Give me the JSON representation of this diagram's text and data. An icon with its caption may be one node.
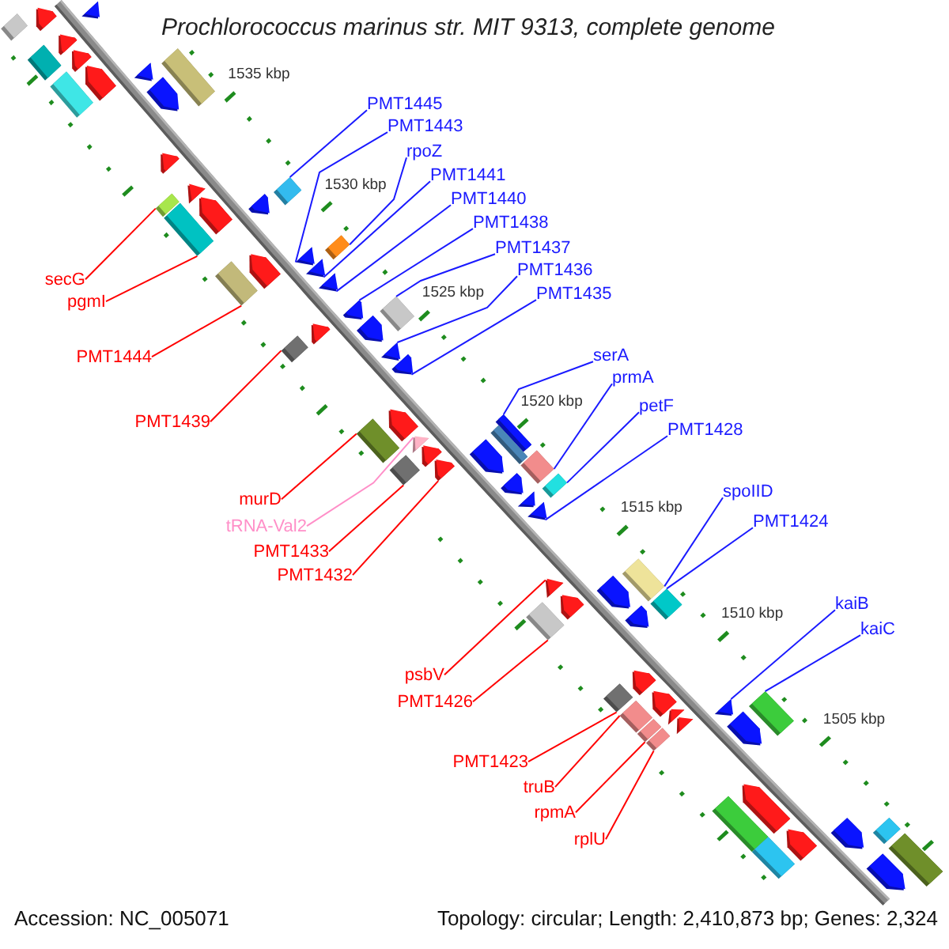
{
  "diagram": {
    "title": "Prochlorococcus marinus str. MIT 9313, complete genome",
    "nodes": [
      {
        "text": [
          "PMT1445"
        ]
      },
      {
        "text": [
          "PMT1443"
        ]
      },
      {
        "text": [
          "rpoZ"
        ]
      },
      {
        "text": [
          "PMT1441"
        ]
      },
      {
        "text": [
          "PMT1440"
        ]
      },
      {
        "text": [
          "PMT1438"
        ]
      },
      {
        "text": [
          "PMT1437"
        ]
      },
      {
        "text": [
          "PMT1436"
        ]
      },
      {
        "text": [
          "secG"
        ]
      },
      {
        "text": [
          "PMT1435"
        ]
      },
      {
        "text": [
          "pgmI"
        ]
      },
      {
        "text": [
          "serA"
        ]
      },
      {
        "text": [
          "PMT1444"
        ]
      },
      {
        "text": [
          "prmA"
        ]
      },
      {
        "text": [
          "petF"
        ]
      },
      {
        "text": [
          "PMT1439"
        ]
      },
      {
        "text": [
          "PMT1428"
        ]
      },
      {
        "text": [
          "spoIID"
        ]
      },
      {
        "text": [
          "murD"
        ]
      },
      {
        "text": [
          "PMT1424"
        ]
      },
      {
        "text": [
          "tRNA-Val2"
        ]
      },
      {
        "text": [
          "PMT1433"
        ]
      },
      {
        "text": [
          "PMT1432"
        ]
      },
      {
        "text": [
          "kaiB"
        ]
      },
      {
        "text": [
          "kaiC"
        ]
      },
      {
        "text": [
          "psbV"
        ]
      },
      {
        "text": [
          "PMT1426"
        ]
      },
      {
        "text": [
          "PMT1423"
        ]
      },
      {
        "text": [
          "truB"
        ]
      },
      {
        "text": [
          "rpmA"
        ]
      },
      {
        "text": [
          "rplU"
        ]
      },
      {
        "text": [],
        "shape": "triangle"
      },
      {
        "text": [],
        "shape": "pentagon"
      },
      {
        "text": [],
        "shape": "bar"
      },
      {
        "text": [],
        "shape": "pentagon"
      },
      {
        "text": [],
        "shape": "pentagon"
      },
      {
        "text": [],
        "shape": "bar"
      },
      {
        "text": [],
        "shape": "triangle"
      },
      {
        "text": [],
        "shape": "bar"
      },
      {
        "text": [],
        "shape": "pentagon"
      },
      {
        "text": [],
        "shape": "bar"
      },
      {
        "text": [],
        "shape": "pentagon"
      },
      {
        "text": [],
        "shape": "pentagon"
      },
      {
        "text": [],
        "shape": "triangle"
      },
      {
        "text": [],
        "shape": "bar"
      },
      {
        "text": [],
        "shape": "bar"
      },
      {
        "text": [],
        "shape": "pentagon"
      },
      {
        "text": [],
        "shape": "pentagon"
      },
      {
        "text": [],
        "shape": "bar"
      },
      {
        "text": [],
        "shape": "bar"
      },
      {
        "text": [],
        "shape": "triangle"
      },
      {
        "text": [],
        "shape": "pentagon"
      },
      {
        "text": [],
        "shape": "triangle"
      },
      {
        "text": [],
        "shape": "bar"
      },
      {
        "text": [],
        "shape": "triangle"
      },
      {
        "text": [],
        "shape": "pentagon"
      },
      {
        "text": [],
        "shape": "bar"
      },
      {
        "text": [],
        "shape": "pentagon"
      },
      {
        "text": [],
        "shape": "pentagon"
      },
      {
        "text": [],
        "shape": "bar"
      },
      {
        "text": [],
        "shape": "triangle"
      },
      {
        "text": [],
        "shape": "pentagon"
      },
      {
        "text": [],
        "shape": "pentagon"
      },
      {
        "text": [],
        "shape": "bar"
      },
      {
        "text": [],
        "shape": "triangle"
      },
      {
        "text": [],
        "shape": "bar"
      },
      {
        "text": [],
        "shape": "bar"
      },
      {
        "text": [],
        "shape": "pentagon"
      },
      {
        "text": [],
        "shape": "pentagon"
      },
      {
        "text": [],
        "shape": "pentagon"
      },
      {
        "text": [],
        "shape": "bar"
      },
      {
        "text": [],
        "shape": "bar"
      },
      {
        "text": [],
        "shape": "bar"
      },
      {
        "text": [],
        "shape": "pentagon"
      },
      {
        "text": [],
        "shape": "triangle"
      },
      {
        "text": [],
        "shape": "triangle"
      },
      {
        "text": [],
        "shape": "bar"
      },
      {
        "text": [],
        "shape": "triangle"
      },
      {
        "text": [],
        "shape": "pentagon"
      },
      {
        "text": [],
        "shape": "bar"
      },
      {
        "text": [],
        "shape": "pentagon"
      },
      {
        "text": [],
        "shape": "pentagon"
      },
      {
        "text": [],
        "shape": "bar"
      },
      {
        "text": [],
        "shape": "pentagon"
      },
      {
        "text": [],
        "shape": "bar"
      },
      {
        "text": [],
        "shape": "pentagon"
      },
      {
        "text": [],
        "shape": "triangle"
      },
      {
        "text": [],
        "shape": "bar"
      },
      {
        "text": [],
        "shape": "triangle"
      },
      {
        "text": [],
        "shape": "bar"
      },
      {
        "text": [],
        "shape": "triangle"
      },
      {
        "text": [],
        "shape": "bar"
      },
      {
        "text": [],
        "shape": "pentagon"
      },
      {
        "text": [],
        "shape": "bar"
      },
      {
        "text": [],
        "shape": "pentagon"
      },
      {
        "text": [],
        "shape": "bar"
      },
      {
        "text": [],
        "shape": "bar"
      },
      {
        "text": [],
        "shape": "pentagon"
      },
      {
        "text": [],
        "shape": "pentagon"
      },
      {
        "text": [],
        "shape": "bar"
      },
      {
        "text": [],
        "shape": "bar"
      },
      {
        "text": [],
        "shape": "pentagon"
      }
    ],
    "edges": [
      {
        "from": 0,
        "to": 44,
        "arrow": "none"
      },
      {
        "from": 1,
        "to": 50,
        "arrow": "none"
      },
      {
        "from": 2,
        "to": 49,
        "arrow": "none"
      },
      {
        "from": 3,
        "to": 52,
        "arrow": "none"
      },
      {
        "from": 4,
        "to": 54,
        "arrow": "none"
      },
      {
        "from": 5,
        "to": 55,
        "arrow": "none"
      },
      {
        "from": 6,
        "to": 56,
        "arrow": "none"
      },
      {
        "from": 7,
        "to": 60,
        "arrow": "none"
      },
      {
        "from": 8,
        "to": 45,
        "arrow": "none",
        "color": "#ff0000"
      },
      {
        "from": 9,
        "to": 61,
        "arrow": "none"
      },
      {
        "from": 10,
        "to": 48,
        "arrow": "none",
        "color": "#ff0000"
      },
      {
        "from": 11,
        "to": 63,
        "arrow": "none"
      },
      {
        "from": 12,
        "to": 53,
        "arrow": "none",
        "color": "#ff0000"
      },
      {
        "from": 13,
        "to": 70,
        "arrow": "none"
      },
      {
        "from": 14,
        "to": 72,
        "arrow": "none"
      },
      {
        "from": 15,
        "to": 59,
        "arrow": "none",
        "color": "#ff0000"
      },
      {
        "from": 16,
        "to": 75,
        "arrow": "none"
      },
      {
        "from": 17,
        "to": 76,
        "arrow": "none"
      },
      {
        "from": 18,
        "to": 65,
        "arrow": "none",
        "color": "#ff0000"
      },
      {
        "from": 19,
        "to": 79,
        "arrow": "none"
      },
      {
        "from": 20,
        "to": 64,
        "arrow": "none",
        "color": "#ff8fc8"
      },
      {
        "from": 21,
        "to": 71,
        "arrow": "none",
        "color": "#ff0000"
      },
      {
        "from": 22,
        "to": 69,
        "arrow": "none",
        "color": "#ff0000"
      },
      {
        "from": 23,
        "to": 86,
        "arrow": "none"
      },
      {
        "from": 24,
        "to": 87,
        "arrow": "none"
      },
      {
        "from": 25,
        "to": 77,
        "arrow": "none",
        "color": "#ff0000"
      },
      {
        "from": 26,
        "to": 82,
        "arrow": "none",
        "color": "#ff0000"
      },
      {
        "from": 27,
        "to": 84,
        "arrow": "none",
        "color": "#ff0000"
      },
      {
        "from": 28,
        "to": 89,
        "arrow": "none",
        "color": "#ff0000"
      },
      {
        "from": 29,
        "to": 91,
        "arrow": "none",
        "color": "#ff0000"
      },
      {
        "from": 30,
        "to": 93,
        "arrow": "none",
        "color": "#ff0000"
      }
    ],
    "labels": [
      "1535 kbp",
      "1530 kbp",
      "1525 kbp",
      "1520 kbp",
      "1515 kbp",
      "1510 kbp",
      "1505 kbp",
      "Accession: NC_005071",
      "Topology: circular; Length: 2,410,873 bp; Genes: 2,324"
    ]
  }
}
